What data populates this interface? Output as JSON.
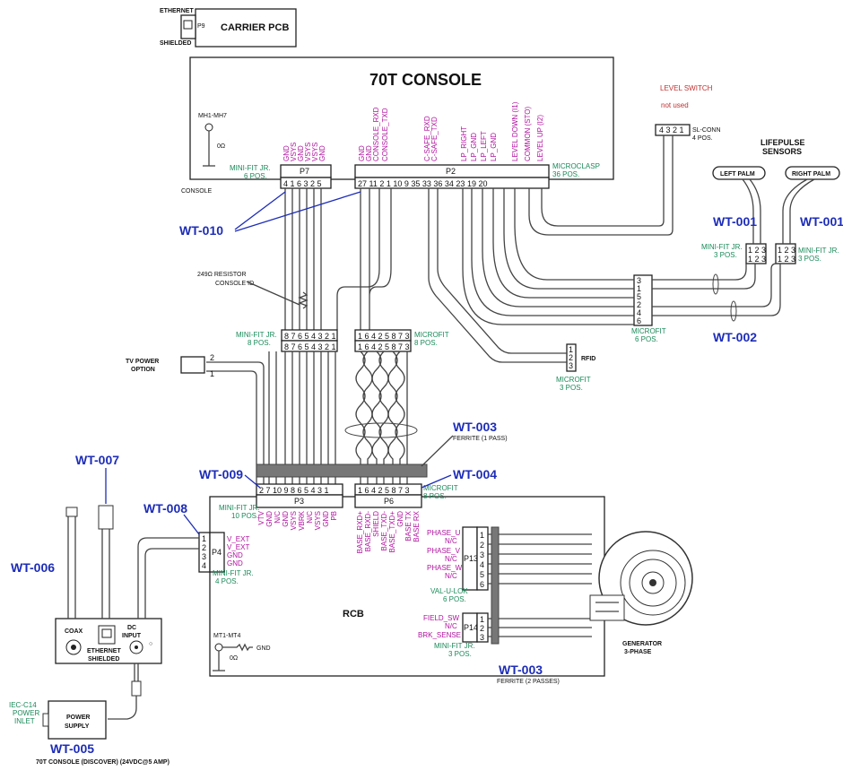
{
  "carrier": {
    "title": "CARRIER PCB",
    "ethernet": "ETHERNET",
    "shielded": "SHIELDED",
    "p9": "P9"
  },
  "console": {
    "title": "70T CONSOLE",
    "label": "CONSOLE",
    "mh": "MH1-MH7",
    "ohm": "0Ω",
    "p7": {
      "name": "P7",
      "type": "MINI-FIT JR.",
      "pos": "6 POS.",
      "pins": "4 1 6 3 2 5",
      "signals": [
        "GND",
        "VSYS",
        "GND",
        "VSYS",
        "VSYS",
        "GND"
      ]
    },
    "p2": {
      "name": "P2",
      "type": "MICROCLASP",
      "pos": "36 POS.",
      "pins": "27 11 2 1      10 9        35 33 36 34 23 19 20",
      "signals": [
        "GND",
        "GND",
        "CONSOLE_RXD",
        "CONSOLE_TXD",
        "C-SAFE_RXD",
        "C-SAFE_TXD",
        "LP_RIGHT",
        "LP_GND",
        "LP_LEFT",
        "LP_GND",
        "LEVEL DOWN (I1)",
        "COMMON (STO)",
        "LEVEL UP (I2)"
      ]
    }
  },
  "level_switch": {
    "title": "LEVEL SWITCH",
    "note": "not used",
    "conn": "SL-CONN",
    "pos": "4 POS.",
    "pins": "4 3 2 1"
  },
  "lifepulse": {
    "title1": "LIFEPULSE",
    "title2": "SENSORS",
    "left": "LEFT PALM",
    "right": "RIGHT PALM",
    "type": "MINI-FIT JR.",
    "pos": "3 POS.",
    "pins": "1 2 3"
  },
  "microfit6": {
    "type": "MICROFIT",
    "pos": "6 POS.",
    "pins": [
      "3",
      "1",
      "5",
      "2",
      "4",
      "6"
    ]
  },
  "rfid": {
    "label": "RFID",
    "type": "MICROFIT",
    "pos": "3 POS.",
    "pins": [
      "1",
      "2",
      "3"
    ]
  },
  "resistor": {
    "line1": "249Ω RESISTOR",
    "line2": "CONSOLE ID"
  },
  "harness": {
    "mf8_type": "MINI-FIT JR.",
    "mf8_pos": "8 POS.",
    "mf8_pins": "8 7 6 5 4 3 2 1",
    "micro8_type": "MICROFIT",
    "micro8_pos": "8 POS.",
    "micro8_pins": "1 6 4 2 5 8 7 3"
  },
  "tv": {
    "line1": "TV POWER",
    "line2": "OPTION",
    "p2": "2",
    "p1": "1"
  },
  "ferrite": {
    "top": "FERRITE (1 PASS)",
    "bottom": "FERRITE (2 PASSES)"
  },
  "tags": {
    "wt001": "WT-001",
    "wt002": "WT-002",
    "wt003": "WT-003",
    "wt004": "WT-004",
    "wt005": "WT-005",
    "wt006": "WT-006",
    "wt007": "WT-007",
    "wt008": "WT-008",
    "wt009": "WT-009",
    "wt010": "WT-010"
  },
  "rcb": {
    "title": "RCB",
    "mt": "MT1-MT4",
    "gnd": "GND",
    "ohm": "0Ω",
    "p3": {
      "name": "P3",
      "type": "MINI-FIT JR.",
      "pos": "10 POS.",
      "pins": "2 7 10 9 8 6 5 4 3 1",
      "signals": [
        "VTV",
        "GND",
        "N/C",
        "GND",
        "VSYS",
        "VBRK",
        "N/C",
        "VSYS",
        "GND",
        "PB"
      ]
    },
    "p6": {
      "name": "P6",
      "type": "MICROFIT",
      "pos": "8 POS.",
      "pins": "1 6 4 2 5 8 7 3",
      "signals": [
        "BASE_RXD+",
        "BASE_RXD-",
        "SHIELD",
        "BASE_TXD-",
        "BASE_TXD+",
        "GND",
        "BASE TX",
        "BASE RX"
      ]
    },
    "p4": {
      "name": "P4",
      "type": "MINI-FIT JR.",
      "pos": "4 POS.",
      "pins": [
        "1",
        "2",
        "3",
        "4"
      ],
      "signals": [
        "V_EXT",
        "V_EXT",
        "GND",
        "GND"
      ]
    },
    "p13": {
      "name": "P13",
      "type": "VAL-U-LOK",
      "pos": "6 POS.",
      "pins": [
        "1",
        "2",
        "3",
        "4",
        "5",
        "6"
      ],
      "signals": [
        "PHASE_U",
        "N/C",
        "PHASE_V",
        "N/C",
        "PHASE_W",
        "N/C"
      ]
    },
    "p14": {
      "name": "P14",
      "type": "MINI-FIT JR.",
      "pos": "3 POS.",
      "pins": [
        "1",
        "2",
        "3"
      ],
      "signals": [
        "FIELD_SW",
        "N/C",
        "BRK_SENSE"
      ]
    }
  },
  "dcbox": {
    "coax": "COAX",
    "eth1": "ETHERNET",
    "eth2": "SHIELDED",
    "dc1": "DC",
    "dc2": "INPUT"
  },
  "power": {
    "title1": "POWER",
    "title2": "SUPPLY",
    "iec": [
      "IEC-C14",
      "POWER",
      "INLET"
    ],
    "note": "70T CONSOLE (DISCOVER) (24VDC@5 AMP)"
  },
  "generator": {
    "line1": "GENERATOR",
    "line2": "3-PHASE"
  }
}
